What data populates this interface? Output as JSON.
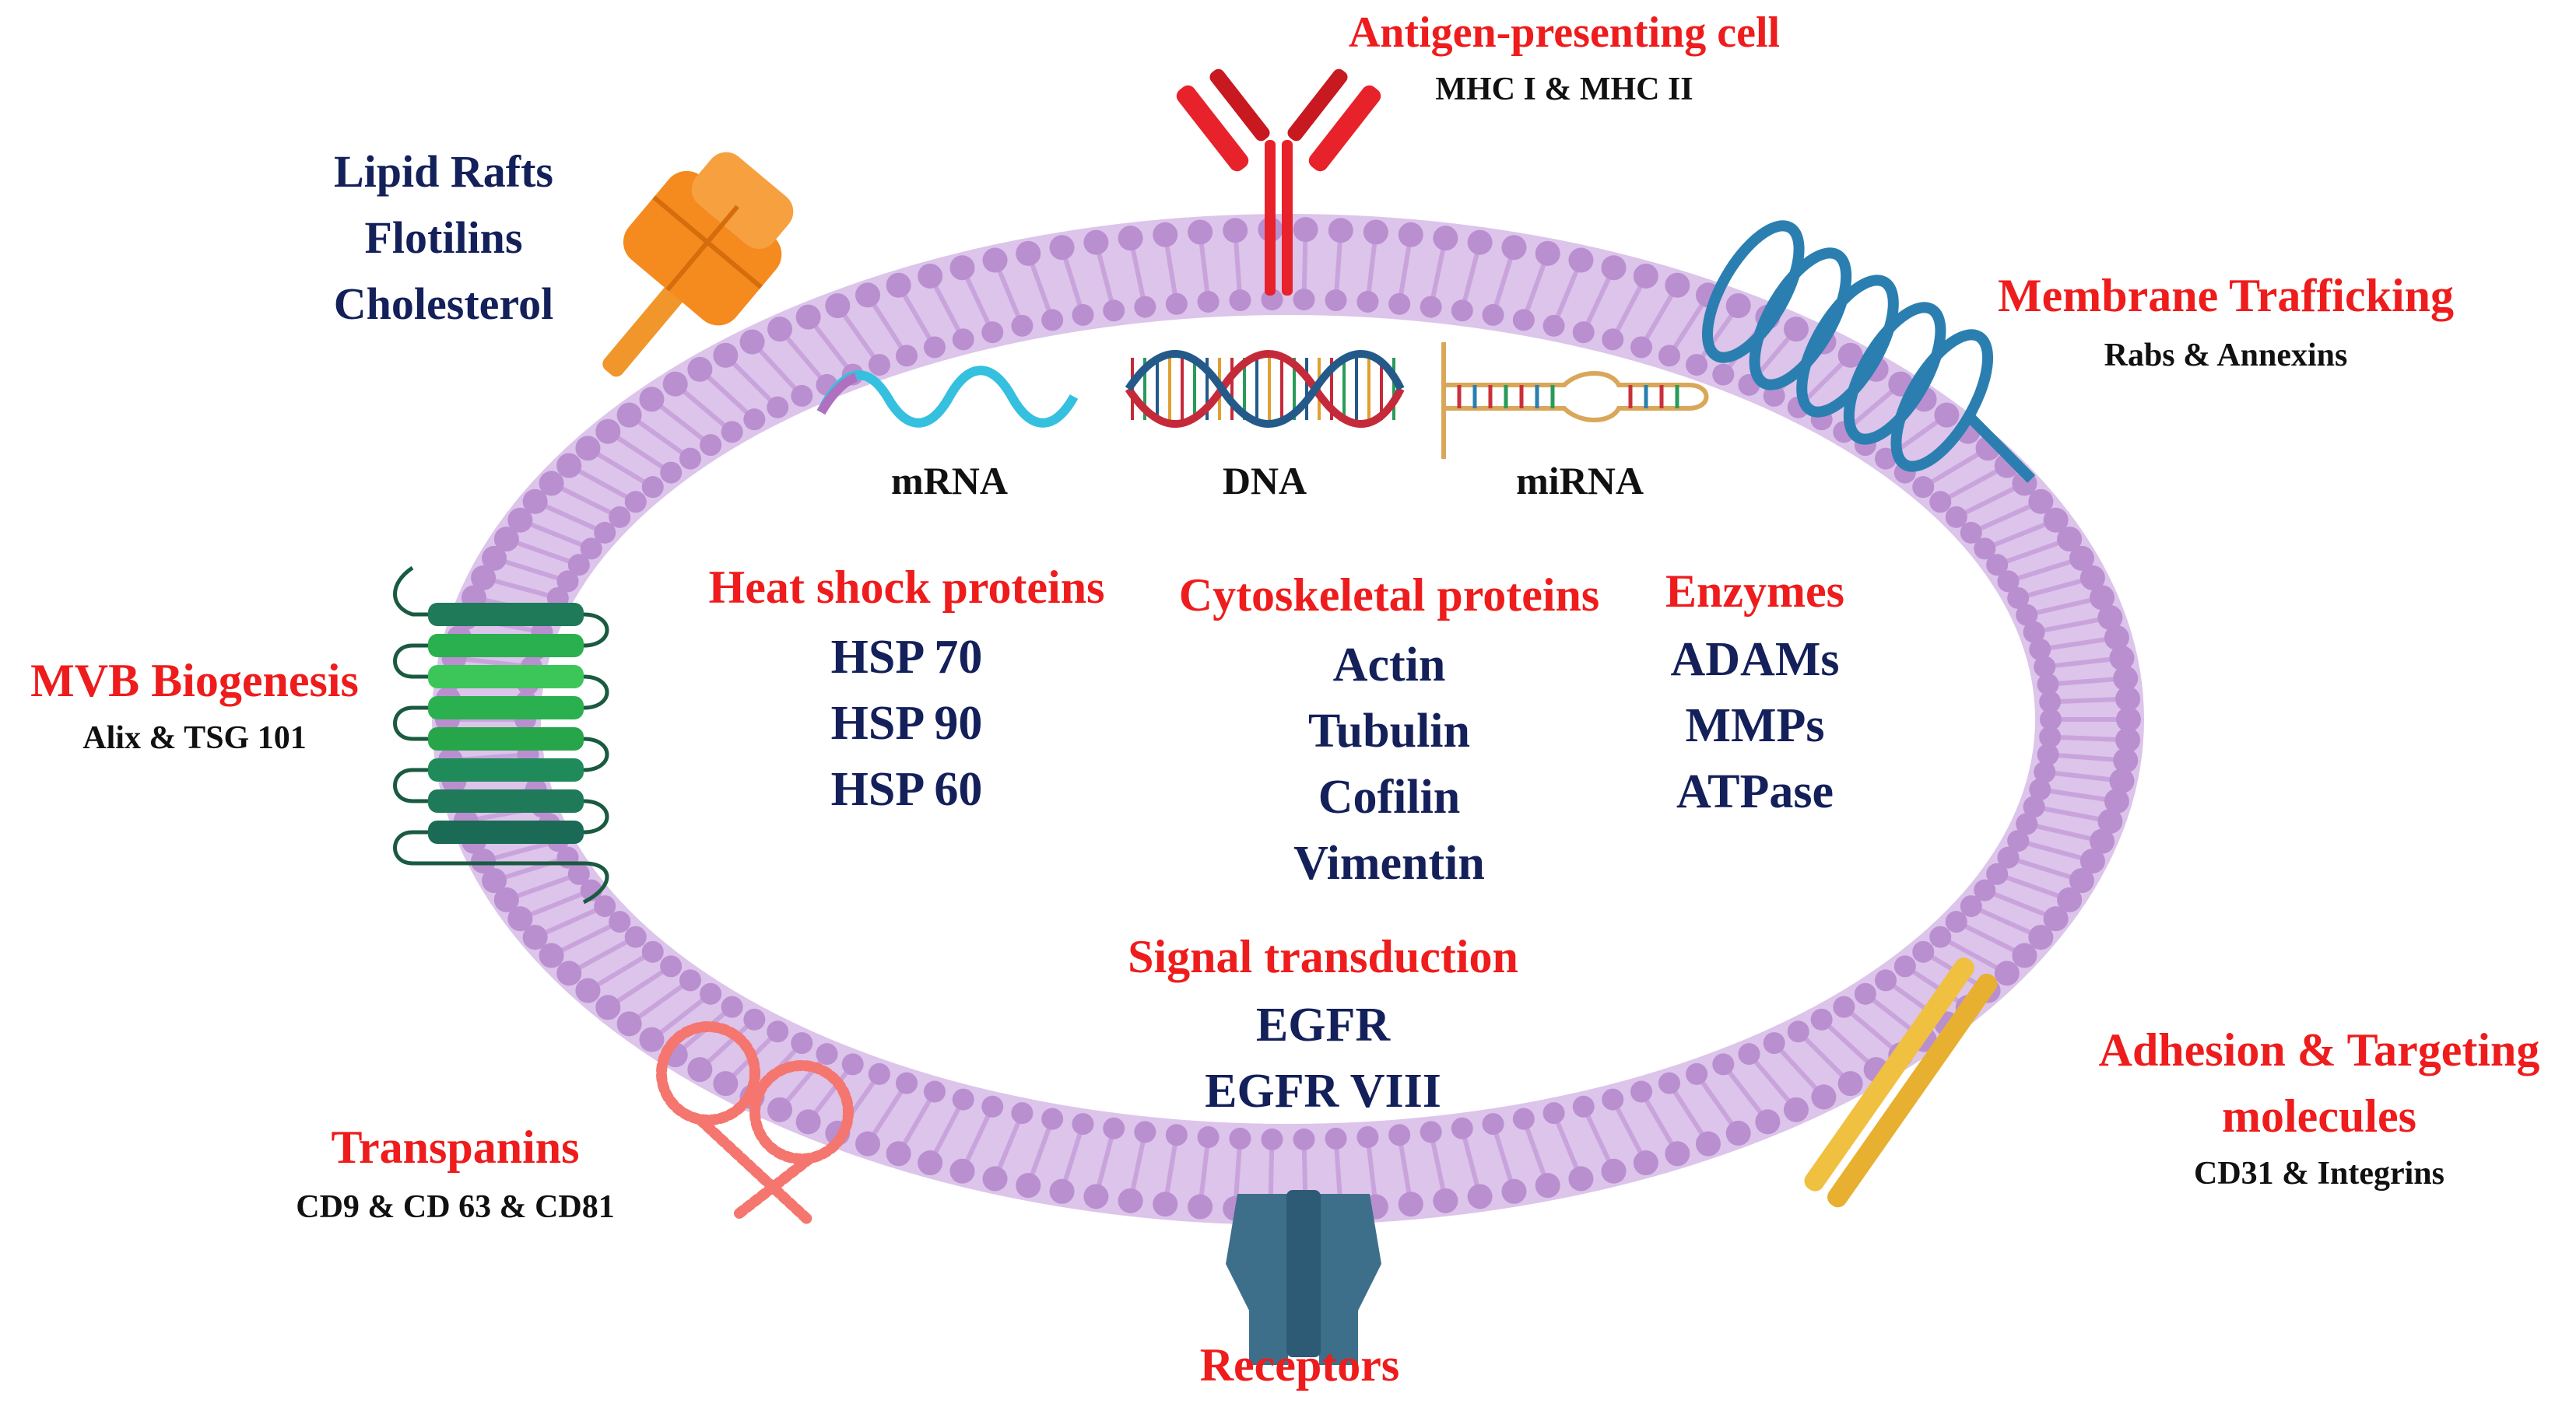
{
  "colors": {
    "red_label": "#ee1c1c",
    "navy_label": "#14205a",
    "black_label": "#111111",
    "membrane_fill": "#d8bde6",
    "lipid_head": "#b98fd0",
    "lipid_tail": "#c9a4dc"
  },
  "labels": {
    "antigen_title": "Antigen-presenting cell",
    "antigen_sub": "MHC I & MHC II",
    "lipid_rafts": [
      "Lipid Rafts",
      "Flotilins",
      "Cholesterol"
    ],
    "membrane_trafficking_title": "Membrane Trafficking",
    "membrane_trafficking_sub": "Rabs & Annexins",
    "mvb_title": "MVB Biogenesis",
    "mvb_sub": "Alix & TSG 101",
    "adhesion_title": [
      "Adhesion & Targeting",
      "molecules"
    ],
    "adhesion_sub": "CD31 & Integrins",
    "transpanins_title": "Transpanins",
    "transpanins_sub": "CD9 & CD 63 & CD81",
    "receptors_title": "Receptors"
  },
  "nucleic_acids": [
    "mRNA",
    "DNA",
    "miRNA"
  ],
  "cargo": {
    "heat_shock": {
      "title": "Heat shock proteins",
      "items": [
        "HSP 70",
        "HSP 90",
        "HSP 60"
      ]
    },
    "cytoskeletal": {
      "title": "Cytoskeletal proteins",
      "items": [
        "Actin",
        "Tubulin",
        "Cofilin",
        "Vimentin"
      ]
    },
    "enzymes": {
      "title": "Enzymes",
      "items": [
        "ADAMs",
        "MMPs",
        "ATPase"
      ]
    },
    "signal": {
      "title": "Signal transduction",
      "items": [
        "EGFR",
        "EGFR VIII"
      ]
    }
  },
  "icons": {
    "antigen": "mhc-receptor-icon",
    "lipid_raft": "lipid-raft-protein-icon",
    "trafficking": "helix-protein-icon",
    "mvb": "beta-sheet-protein-icon",
    "adhesion": "integrin-icon",
    "transpanin": "tetraspanin-loop-icon",
    "receptor": "channel-receptor-icon",
    "mrna": "mrna-strand-icon",
    "dna": "dna-helix-icon",
    "mirna": "mirna-hairpin-icon"
  }
}
